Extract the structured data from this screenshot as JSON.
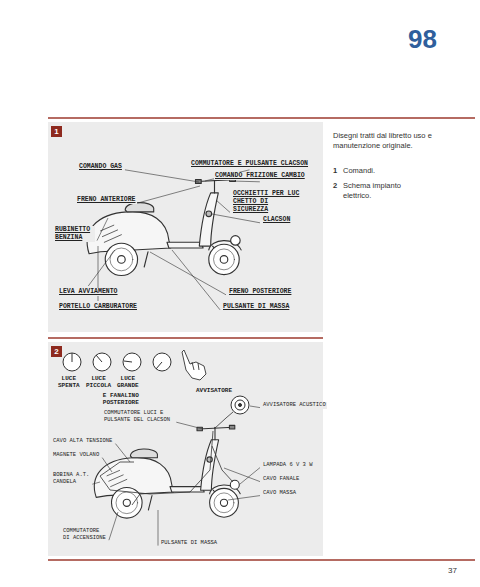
{
  "diagram": {
    "caption": "Disegni tratti dal libretto uso e manutenzione originale.",
    "labels": [
      "98",
      "1",
      "COMANDO GAS",
      "COMMUTATORE E PULSANTE CLACSON",
      "COMANDO FRIZIONE CAMBIO",
      "FRENO ANTERIORE",
      "OCCHIETTI PER LUC CHETTO DI SICUREZZA",
      "CLACSON",
      "RUBINETTO BENZINA",
      "LEVA AVVIAMENTO",
      "FRENO POSTERIORE",
      "PORTELLO CARBURATORE",
      "PULSANTE DI MASSA",
      "2",
      "LUCE SPENTA",
      "LUCE PICCOLA",
      "LUCE GRANDE",
      "E FANALINO POSTERIORE",
      "AVVISATORE",
      "COMMUTATORE LUCI E PULSANTE DEL CLACSON",
      "CAVO ALTA TENSIONE",
      "MAGNETE VOLANO",
      "BOBINA A.T. CANDELA",
      "COMMUTATORE DI ACCENSIONE",
      "AVVISATORE ACUSTICO",
      "LAMPADA 6 V 3 W",
      "CAVO FANALE",
      "CAVO MASSA",
      "PULSANTE DI MASSA",
      "1",
      "Comandi.",
      "2",
      "Schema impianto elettrico.",
      "37"
    ]
  }
}
